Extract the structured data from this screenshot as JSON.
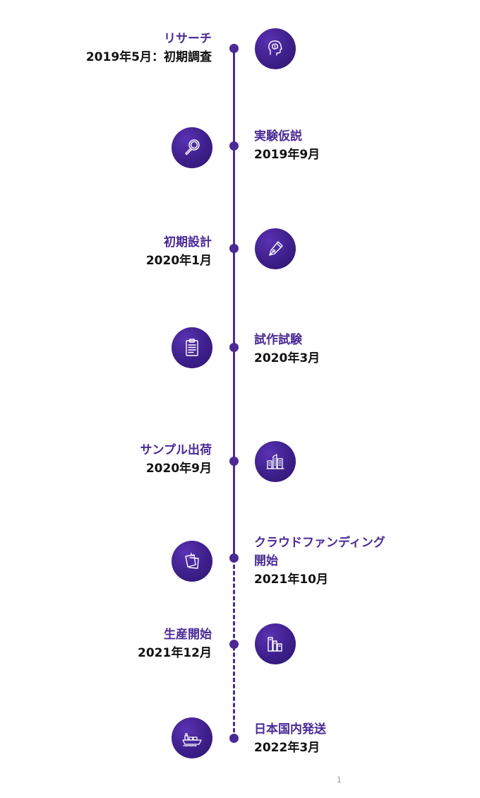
{
  "milestones": [
    {
      "title": "リサーチ",
      "date": "2019年5月：初期調査",
      "icon": "brain-head-icon"
    },
    {
      "title": "実験仮説",
      "date": "2019年9月",
      "icon": "magnifier-icon"
    },
    {
      "title": "初期設計",
      "date": "2020年1月",
      "icon": "pen-nib-icon"
    },
    {
      "title": "試作試験",
      "date": "2020年3月",
      "icon": "clipboard-icon"
    },
    {
      "title": "サンプル出荷",
      "date": "2020年9月",
      "icon": "buildings-icon"
    },
    {
      "title": "クラウドファンディング\n開始",
      "date": "2021年10月",
      "icon": "sticky-notes-icon"
    },
    {
      "title": "生産開始",
      "date": "2021年12月",
      "icon": "books-icon"
    },
    {
      "title": "日本国内発送",
      "date": "2022年3月",
      "icon": "ship-icon"
    }
  ],
  "page_number": "1",
  "colors": {
    "accent": "#4b2a96",
    "date_text": "#111111",
    "icon_bg": "#3d1f8a"
  }
}
